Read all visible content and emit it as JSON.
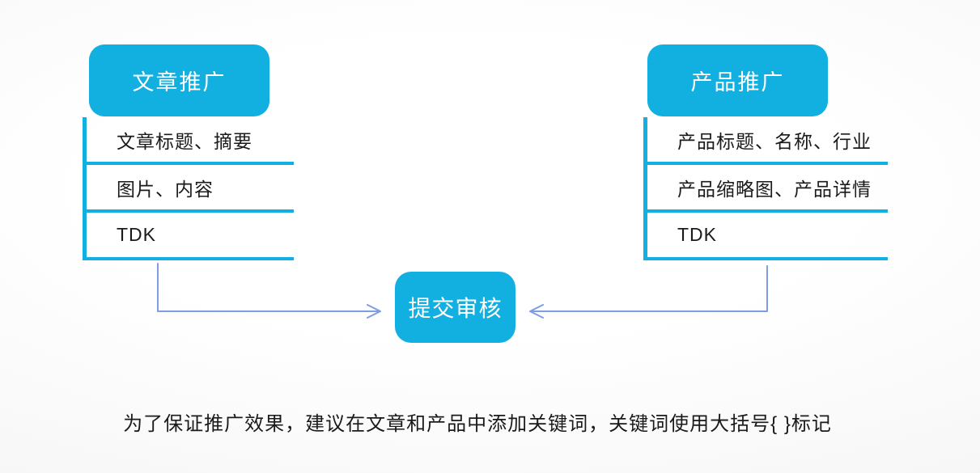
{
  "colors": {
    "accent_cyan": "#12B0E0",
    "arrow_blue": "#7D9EE3",
    "text_dark": "#1A1A1A",
    "node_text": "#FFFFFF"
  },
  "left_branch": {
    "title": "文章推广",
    "items": [
      "文章标题、摘要",
      "图片、内容",
      "TDK"
    ]
  },
  "right_branch": {
    "title": "产品推广",
    "items": [
      "产品标题、名称、行业",
      "产品缩略图、产品详情",
      "TDK"
    ]
  },
  "center_node": {
    "label": "提交审核"
  },
  "caption": "为了保证推广效果，建议在文章和产品中添加关键词，关键词使用大括号{ }标记"
}
